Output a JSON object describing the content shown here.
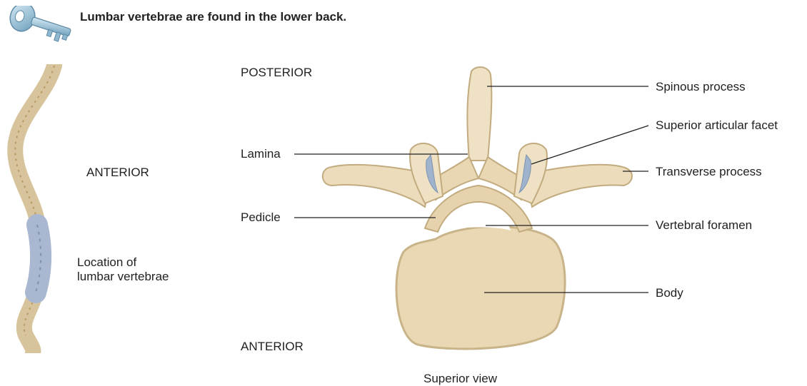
{
  "header": {
    "title": "Lumbar vertebrae are found in the lower back.",
    "icon": "key-icon"
  },
  "spine_panel": {
    "anterior_label": "ANTERIOR",
    "location_caption": [
      "Location of",
      "lumbar vertebrae"
    ]
  },
  "vertebra_panel": {
    "posterior_label": "POSTERIOR",
    "anterior_label": "ANTERIOR",
    "view_caption": "Superior view",
    "left_labels": [
      "Lamina",
      "Pedicle"
    ],
    "right_labels": [
      "Spinous process",
      "Superior articular facet",
      "Transverse process",
      "Vertebral foramen",
      "Body"
    ]
  },
  "colors": {
    "bone": "#e9dcc0",
    "bone_shade": "#cdbb94",
    "lumbar_highlight": "#a9b8d0",
    "facet_blue": "#9fb3cc",
    "key_blue": "#8fb7cf",
    "leader_line": "#222222"
  }
}
